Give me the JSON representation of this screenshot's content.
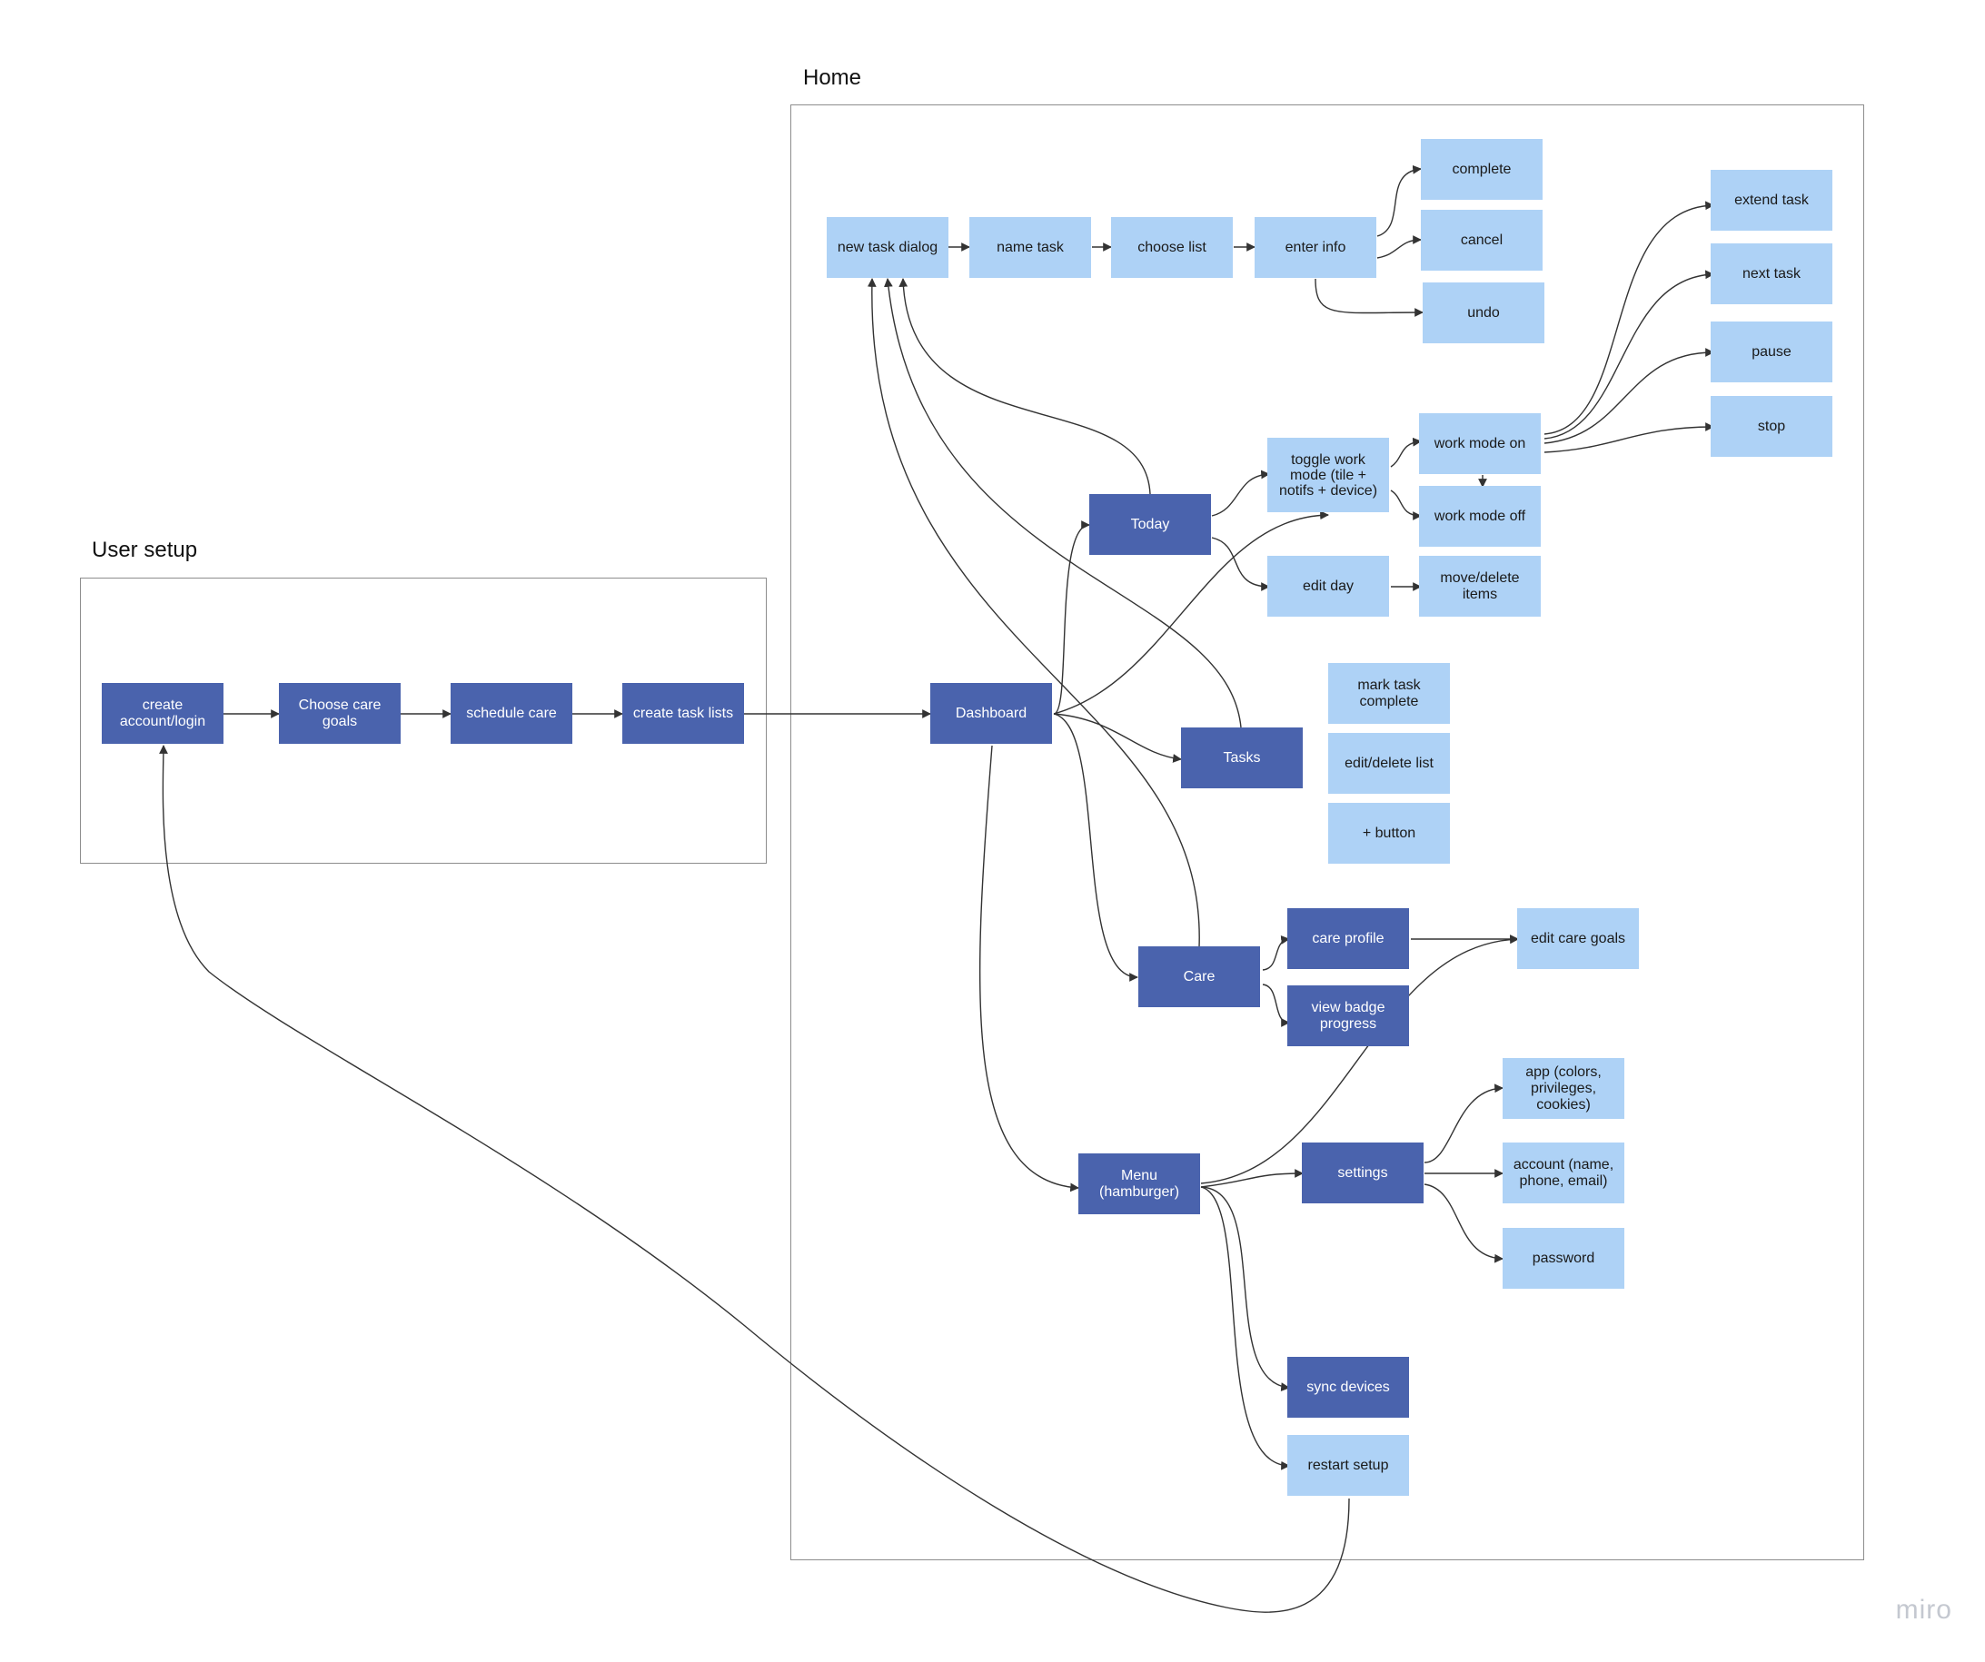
{
  "frames": {
    "user_setup": {
      "title": "User setup"
    },
    "home": {
      "title": "Home"
    }
  },
  "nodes": {
    "create_account": "create\naccount/login",
    "choose_goals": "Choose care\ngoals",
    "schedule_care": "schedule care",
    "create_task_lists": "create task lists",
    "dashboard": "Dashboard",
    "new_task_dialog": "new task dialog",
    "name_task": "name task",
    "choose_list": "choose list",
    "enter_info": "enter info",
    "complete": "complete",
    "cancel": "cancel",
    "undo": "undo",
    "today": "Today",
    "toggle_work": "toggle work\nmode (tile +\nnotifs + device)",
    "work_on": "work mode on",
    "work_off": "work mode off",
    "extend_task": "extend task",
    "next_task": "next task",
    "pause": "pause",
    "stop": "stop",
    "edit_day": "edit day",
    "move_delete": "move/delete\nitems",
    "tasks": "Tasks",
    "mark_complete": "mark task\ncomplete",
    "edit_delete_list": "edit/delete list",
    "plus_button": "+ button",
    "care": "Care",
    "care_profile": "care profile",
    "badge_progress": "view badge\nprogress",
    "edit_care_goals": "edit care goals",
    "menu": "Menu\n(hamburger)",
    "settings": "settings",
    "app_settings": "app (colors,\nprivileges,\ncookies)",
    "account": "account (name,\nphone, email)",
    "password": "password",
    "sync_devices": "sync devices",
    "restart_setup": "restart setup"
  },
  "colors": {
    "dark_node": "#4a63ad",
    "light_node": "#aed2f6",
    "edge": "#333333",
    "frame": "#8d8d8d"
  },
  "watermark": "miro"
}
